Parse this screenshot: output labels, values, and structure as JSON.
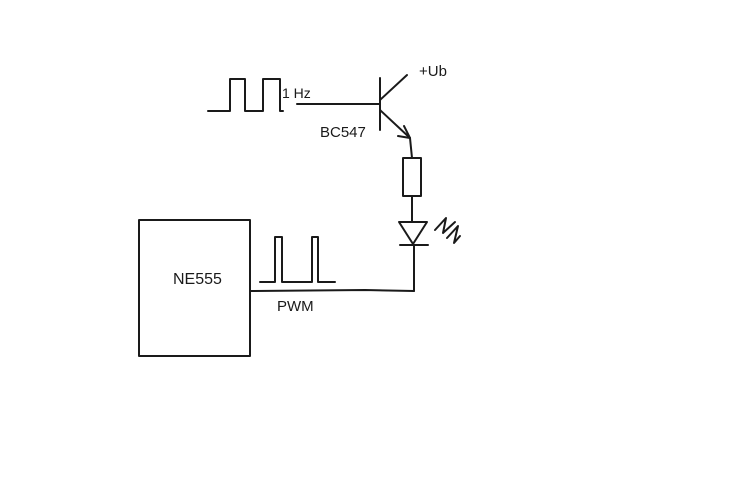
{
  "diagram": {
    "labels": {
      "supply": "+Ub",
      "clock_freq": "1 Hz",
      "transistor": "BC547",
      "ic": "NE555",
      "pwm": "PWM"
    },
    "colors": {
      "ink": "#1a1a1a",
      "background": "#ffffff"
    }
  }
}
